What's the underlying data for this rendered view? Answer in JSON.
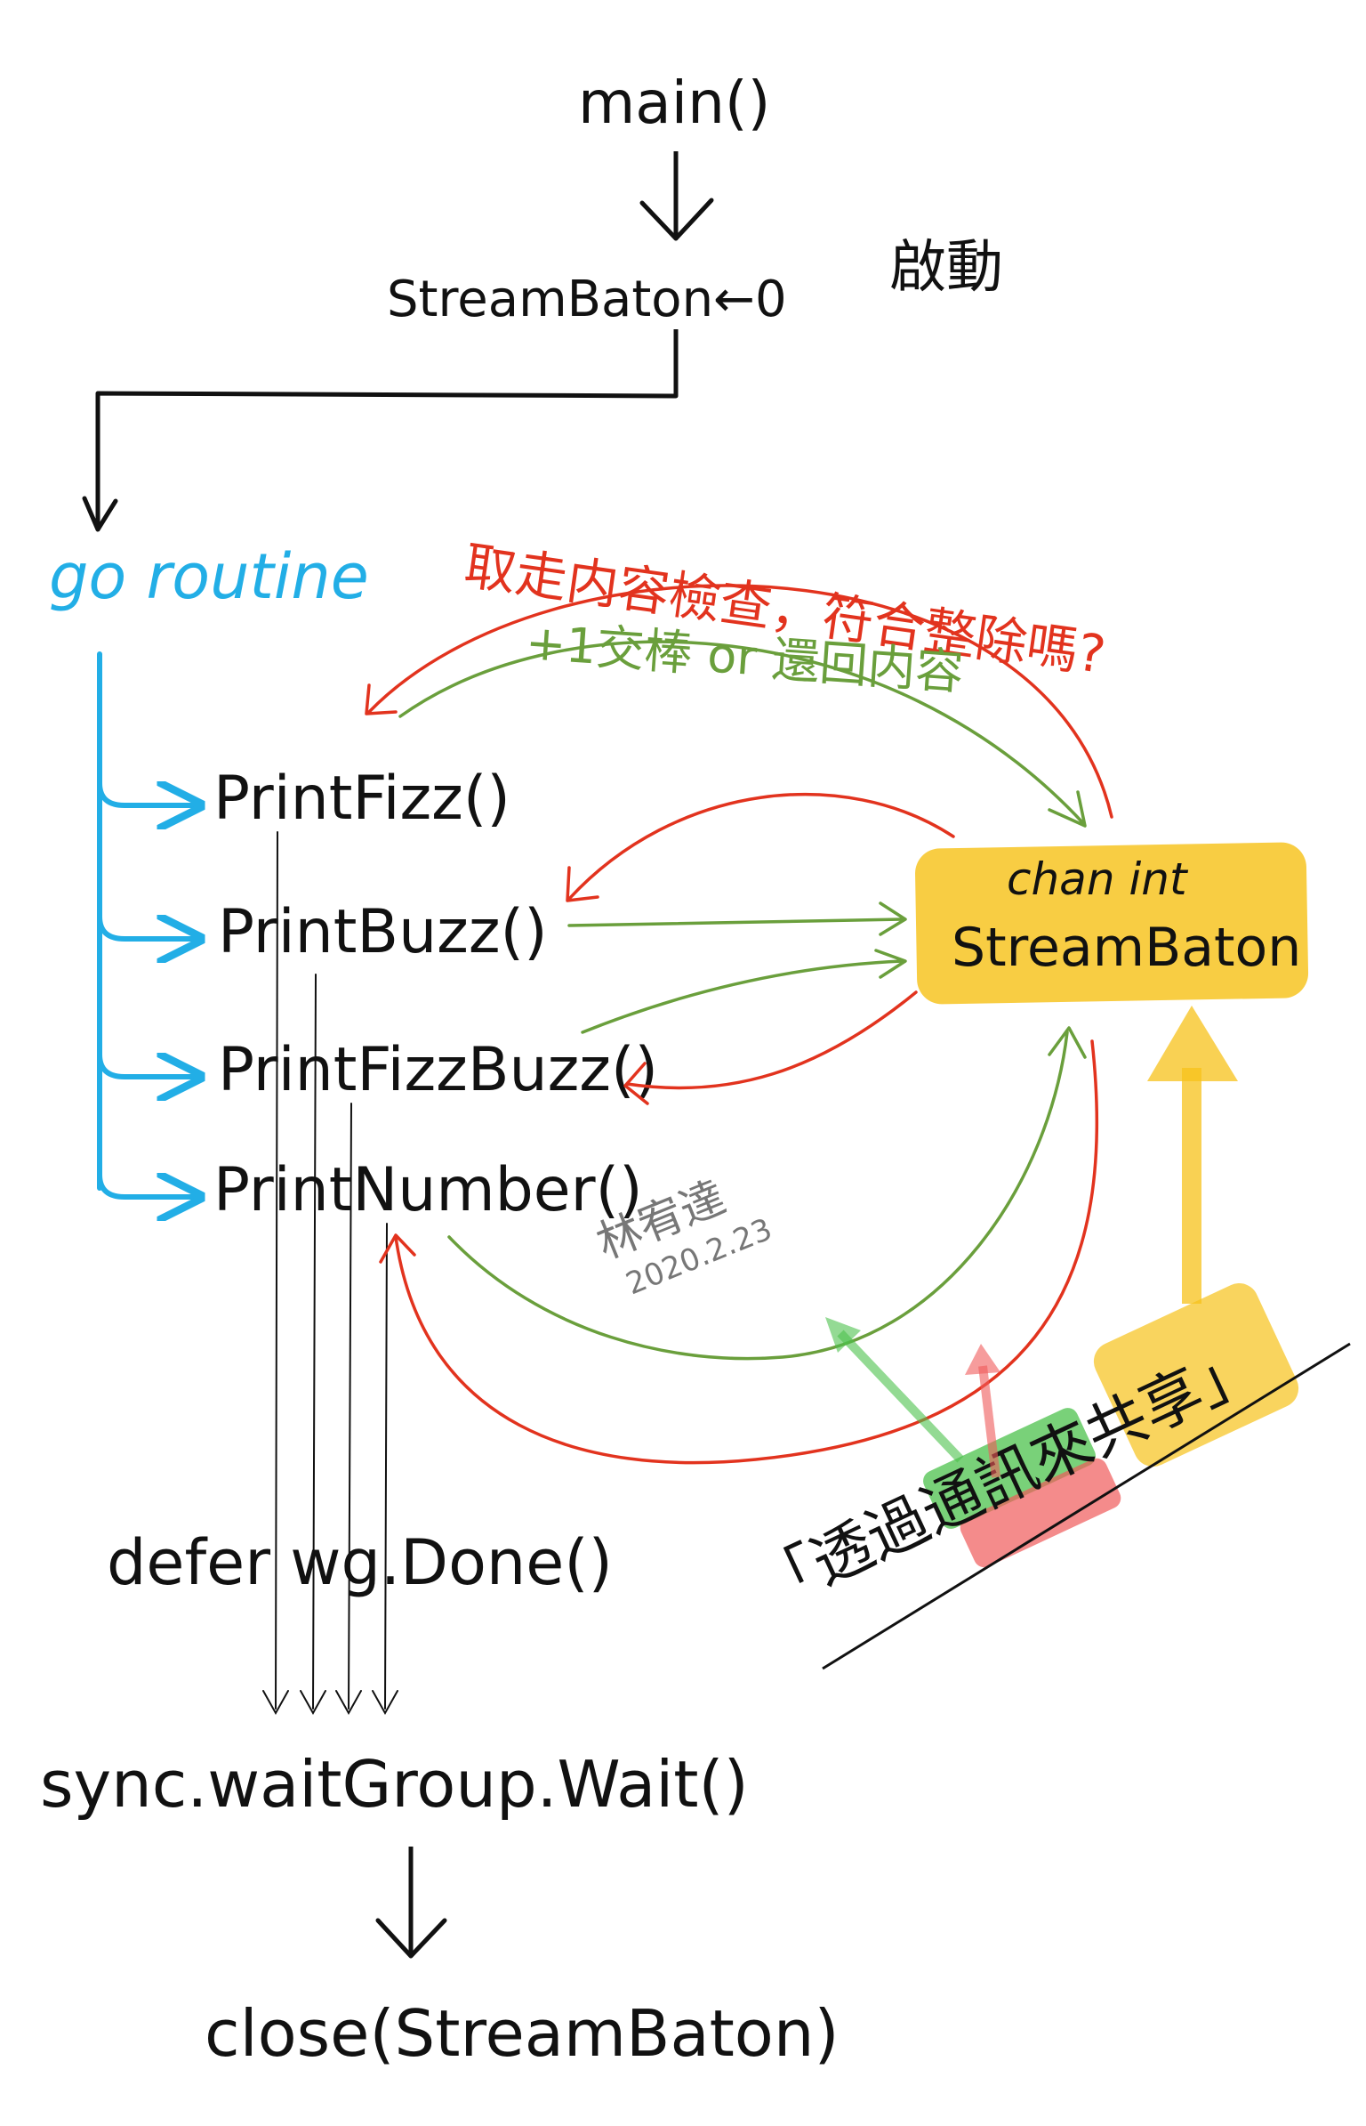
{
  "nodes": {
    "main": "main()",
    "baton_init": "StreamBaton←0",
    "start_label": "啟動",
    "goroutine": "go routine",
    "print_fizz": "PrintFizz()",
    "print_buzz": "PrintBuzz()",
    "print_fizzbuzz": "PrintFizzBuzz()",
    "print_number": "PrintNumber()",
    "channel_type": "chan int",
    "channel_name": "StreamBaton",
    "defer": "defer wg.Done()",
    "wait": "sync.waitGroup.Wait()",
    "close": "close(StreamBaton)"
  },
  "annotations": {
    "take_check": "取走内容檢查，符合整除嗎?",
    "plus_or_return": "+1交棒 or 還回内容",
    "share_by_comm": "「透過通訊來共享」",
    "signature": "林宥達",
    "date": "2020.2.23"
  },
  "colors": {
    "ink": "#111111",
    "goroutine_blue": "#22aee6",
    "return_green": "#6a9f3c",
    "take_red": "#e2331e",
    "highlight_yellow": "#f7c21a",
    "highlight_green": "#4cc24c",
    "highlight_red": "#f05a5a",
    "signature_gray": "#777777"
  }
}
